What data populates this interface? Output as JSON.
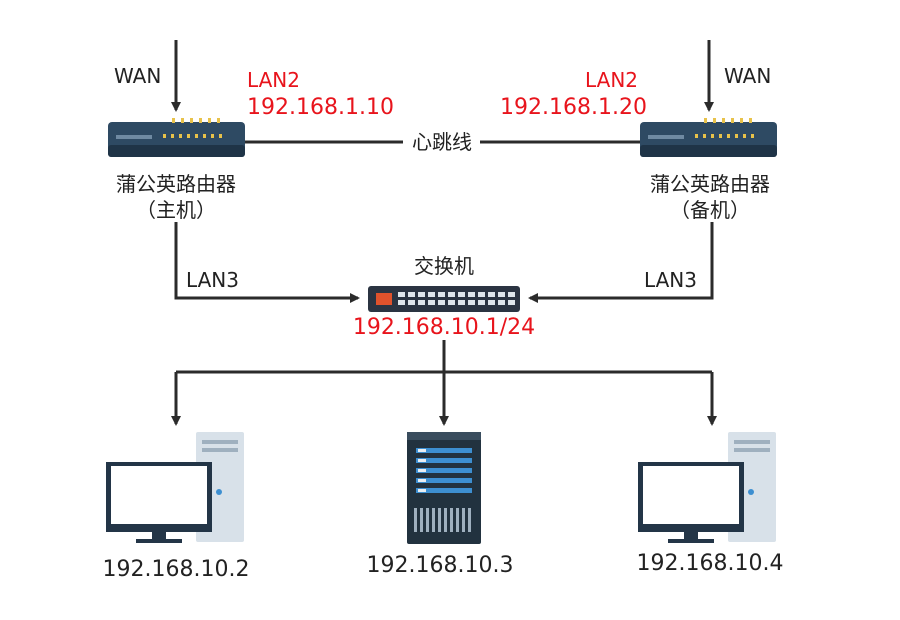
{
  "colors": {
    "line": "#2b2b2b",
    "ip_red": "#e8141c",
    "router_body": "#2e4a63",
    "router_front": "#1f3447",
    "router_led": "#e8c24a",
    "switch_body": "#2b3442",
    "switch_port_red": "#e0522c",
    "screen": "#ffffff",
    "monitor_frame": "#233547",
    "tower_light": "#d8e1e9",
    "server_dark": "#22323f",
    "server_accent": "#3d8fd1"
  },
  "router_main": {
    "wan": "WAN",
    "lan2": "LAN2",
    "ip": "192.168.1.10",
    "name": "蒲公英路由器",
    "role": "（主机）",
    "lan3": "LAN3"
  },
  "router_backup": {
    "wan": "WAN",
    "lan2": "LAN2",
    "ip": "192.168.1.20",
    "name": "蒲公英路由器",
    "role": "（备机）",
    "lan3": "LAN3"
  },
  "heartbeat": "心跳线",
  "switch": {
    "label": "交换机",
    "ip": "192.168.10.1/24"
  },
  "clients": [
    {
      "ip": "192.168.10.2",
      "type": "desktop"
    },
    {
      "ip": "192.168.10.3",
      "type": "server"
    },
    {
      "ip": "192.168.10.4",
      "type": "desktop"
    }
  ]
}
